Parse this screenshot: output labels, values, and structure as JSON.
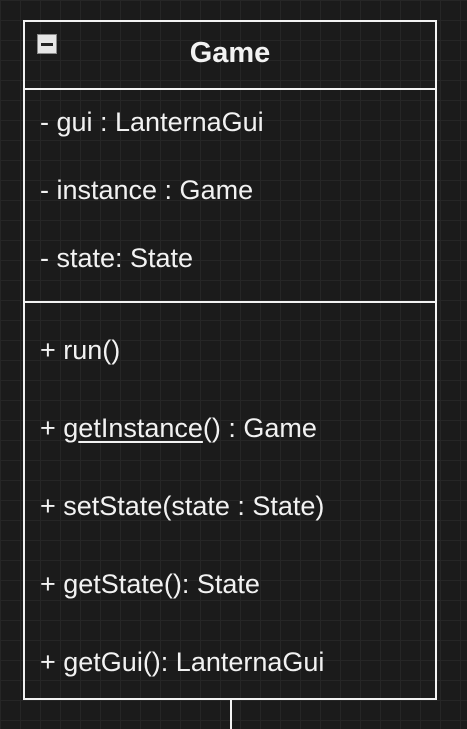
{
  "class": {
    "name": "Game",
    "attributes": [
      "- gui : LanternaGui",
      "- instance : Game",
      "- state: State"
    ],
    "operations": [
      {
        "text": "+ run()"
      },
      {
        "prefix": "+ g",
        "underlined": "etInstance",
        "suffix": "() : Game"
      },
      {
        "text": "+ setState(state : State)"
      },
      {
        "text": "+ getState(): State"
      },
      {
        "text": "+ getGui(): LanternaGui"
      }
    ]
  },
  "icons": {
    "collapse": "minus-square-icon"
  }
}
